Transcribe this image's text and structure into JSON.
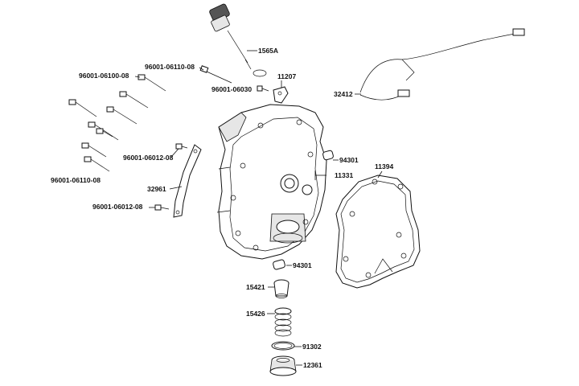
{
  "labels": {
    "dipstick": "1565A",
    "bolt_top": "96001-06110-08",
    "bolt_group": "96001-06100-08",
    "bolt_small_top": "96001-06030",
    "bracket_top": "11207",
    "cable": "32412",
    "bolt_mid": "96001-06012-08",
    "pin_upper": "94301",
    "pin_center": "11331",
    "gasket": "11394",
    "bracket_left": "32961",
    "bolt_lower_group": "96001-06110-08",
    "bolt_lower": "96001-06012-08",
    "pin_lower": "94301",
    "filter_cap": "15421",
    "spring": "15426",
    "oring": "91302",
    "drain_plug": "12361"
  }
}
